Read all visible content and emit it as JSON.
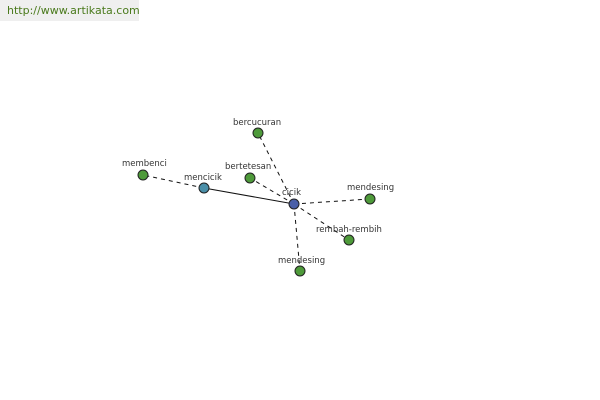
{
  "header": {
    "url": "http://www.artikata.com"
  },
  "colors": {
    "outer": "#4e9a3a",
    "hub": "#4a5fa8",
    "bridge": "#4a8fa8",
    "stroke": "#222222"
  },
  "graph": {
    "center": {
      "label": "cicik"
    },
    "bridge": {
      "label": "mencicik"
    },
    "outer": [
      {
        "label": "bercucuran"
      },
      {
        "label": "bertetesan"
      },
      {
        "label": "mendesing"
      },
      {
        "label": "rembah-rembih"
      },
      {
        "label": "mendesing"
      },
      {
        "label": "membenci"
      }
    ]
  }
}
